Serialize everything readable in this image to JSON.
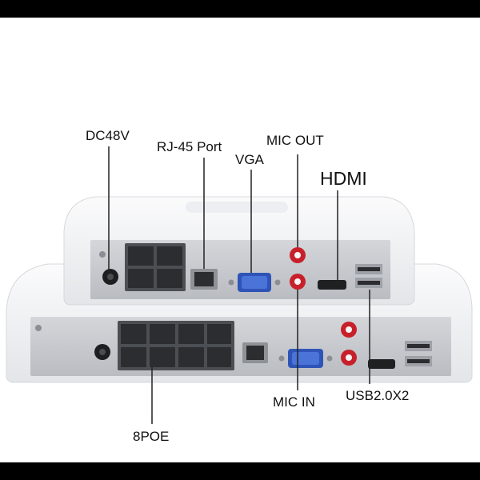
{
  "labels": {
    "dc": "DC48V",
    "rj45": "RJ-45 Port",
    "vga": "VGA",
    "mic_out": "MIC OUT",
    "hdmi": "HDMI",
    "mic_in": "MIC IN",
    "usb": "USB2.0X2",
    "poe": "8POE"
  },
  "colors": {
    "chassis": "#f4f5f7",
    "panel": "#c9ccd1",
    "port": "#2b2d30",
    "vga_blue": "#3a5fc4",
    "rca_red": "#c8202a",
    "callout": "#222222"
  }
}
